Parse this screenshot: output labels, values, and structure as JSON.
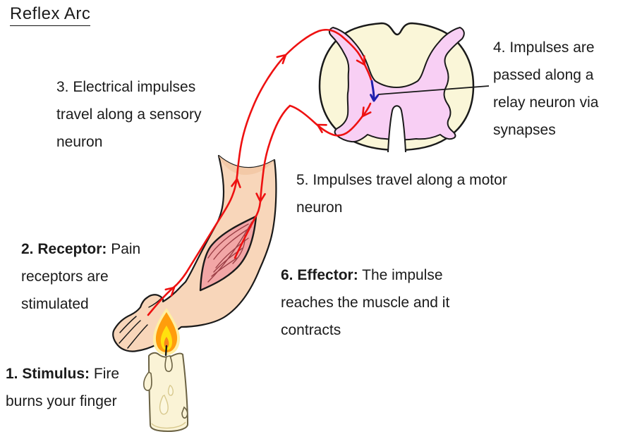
{
  "title": "Reflex Arc",
  "steps": {
    "step1": {
      "bold": "1. Stimulus:",
      "rest": " Fire",
      "line2": "burns your finger"
    },
    "step2": {
      "bold": "2. Receptor:",
      "rest": " Pain",
      "line2": "receptors are",
      "line3": "stimulated"
    },
    "step3": {
      "lines": [
        "3. Electrical impulses",
        "travel along a sensory",
        "neuron"
      ]
    },
    "step4": {
      "lines": [
        "4. Impulses are",
        "passed along a",
        "relay neuron via",
        "synapses"
      ]
    },
    "step5": {
      "lines": [
        "5. Impulses travel along a motor",
        "neuron"
      ]
    },
    "step6": {
      "bold": "6. Effector:",
      "rest": " The impulse",
      "line2": "reaches the muscle and it",
      "line3": "contracts"
    }
  },
  "colors": {
    "nerve_red": "#EE1111",
    "relay_blue": "#1F1FAE",
    "cord_white_matter": "#FAF6D8",
    "cord_grey_matter": "#F8CFF4",
    "skin": "#F8D6BA",
    "muscle": "#F2A6A6",
    "muscle_fiber": "#9C3F46",
    "candle_wax": "#FAF3D6",
    "flame_orange": "#FF9D0C",
    "flame_yellow": "#FFE10E",
    "outline": "#1A1A1A"
  }
}
